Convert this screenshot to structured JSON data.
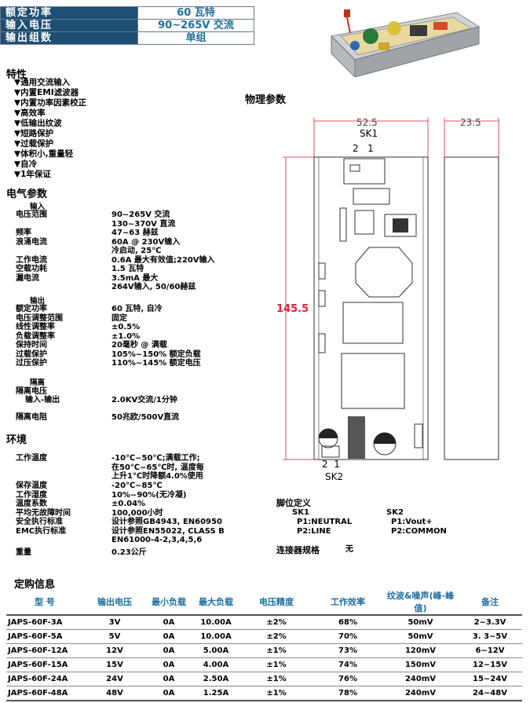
{
  "header": {
    "rows": [
      {
        "label": "额定功率",
        "value": "60 瓦特"
      },
      {
        "label": "输入电压",
        "value": "90~265V 交流"
      },
      {
        "label": "输出组数",
        "value": "单组"
      }
    ]
  },
  "features": {
    "title": "特性",
    "items": [
      "▼通用交流输入",
      "▼内置EMI滤波器",
      "▼内置功率因素校正",
      "▼高效率",
      "▼低输出纹波",
      "▼短路保护",
      "▼过载保护",
      "▼体积小,重量轻",
      "▼自冷",
      "▼1年保证"
    ]
  },
  "electrical": {
    "title": "电气参数",
    "input_title": "输入",
    "input": [
      {
        "k": "电压范围",
        "v": [
          "90~265V 交流",
          "130~370V 直流"
        ]
      },
      {
        "k": "频率",
        "v": [
          "47~63 赫兹"
        ]
      },
      {
        "k": "浪涌电流",
        "v": [
          "60A @ 230V输入",
          "冷启动, 25℃"
        ]
      },
      {
        "k": "工作电流",
        "v": [
          "0.6A 最大有效值;220V输入"
        ]
      },
      {
        "k": "空载功耗",
        "v": [
          "1.5 瓦特"
        ]
      },
      {
        "k": "漏电流",
        "v": [
          "3.5mA 最大",
          "264V输入, 50/60赫兹"
        ]
      }
    ],
    "output_title": "输出",
    "output": [
      {
        "k": "额定功率",
        "v": "60 瓦特, 自冷"
      },
      {
        "k": "电压调整范围",
        "v": "固定"
      },
      {
        "k": "线性调整率",
        "v": "±0.5%"
      },
      {
        "k": "负载调整率",
        "v": "±1.0%"
      },
      {
        "k": "保持时间",
        "v": "20毫秒 @ 满载"
      },
      {
        "k": "过载保护",
        "v": "105%~150% 额定负载"
      },
      {
        "k": "过压保护",
        "v": "110%~145% 额定电压"
      }
    ],
    "isolation_title": "隔离",
    "iso_voltage_label": "隔离电压",
    "iso_io_label": "输入-输出",
    "iso_io_value": "2.0KV交流/1分钟",
    "iso_res_label": "隔离电阻",
    "iso_res_value": "50兆欧/500V直流"
  },
  "environment": {
    "title": "环境",
    "temp_label": "工作温度",
    "temp_value": [
      "-10℃~50℃;满载工作;",
      "在50℃~65℃时, 温度每",
      "上升1℃时降额4.0%使用"
    ],
    "rows": [
      {
        "k": "保存温度",
        "v": "-20℃~85℃"
      },
      {
        "k": "工作湿度",
        "v": "10%~90%(无冷凝)"
      },
      {
        "k": "温度系数",
        "v": "±0.04%"
      },
      {
        "k": "平均无故障时间",
        "v": "100,000小时"
      },
      {
        "k": "安全执行标准",
        "v": "设计参照GB4943, EN60950"
      },
      {
        "k": "EMC执行标准",
        "v": "设计参照EN55022, CLASS B"
      }
    ],
    "emc_extra": "EN61000-4-2,3,4,5,6",
    "weight_label": "重量",
    "weight_value": "0.23公斤"
  },
  "physical": {
    "title": "物理参数",
    "width": "52.5",
    "depth": "23.5",
    "height": "145.5",
    "sk1": "SK1",
    "sk2": "SK2",
    "sk1_pins": "2   1",
    "sk2_pins": "2  1"
  },
  "pins": {
    "title": "脚位定义",
    "sk1": "SK1",
    "sk1_p1": "P1:NEUTRAL",
    "sk1_p2": "P2:LINE",
    "sk2": "SK2",
    "sk2_p1": "P1:Vout+",
    "sk2_p2": "P2:COMMON",
    "connector_label": "连接器规格",
    "connector_value": "无"
  },
  "order": {
    "title": "定购信息",
    "headers": [
      "型 号",
      "输出电压",
      "最小负载",
      "最大负载",
      "电压精度",
      "工作效率",
      "纹波&噪声(峰-峰值)",
      "备注"
    ],
    "rows": [
      [
        "JAPS-60F-3A",
        "3V",
        "0A",
        "10.00A",
        "±2%",
        "68%",
        "50mV",
        "2~3.3V"
      ],
      [
        "JAPS-60F-5A",
        "5V",
        "0A",
        "10.00A",
        "±2%",
        "70%",
        "50mV",
        "3. 3~5V"
      ],
      [
        "JAPS-60F-12A",
        "12V",
        "0A",
        "5.00A",
        "±1%",
        "73%",
        "120mV",
        "6~12V"
      ],
      [
        "JAPS-60F-15A",
        "15V",
        "0A",
        "4.00A",
        "±1%",
        "74%",
        "150mV",
        "12~15V"
      ],
      [
        "JAPS-60F-24A",
        "24V",
        "0A",
        "2.50A",
        "±1%",
        "76%",
        "240mV",
        "15~24V"
      ],
      [
        "JAPS-60F-48A",
        "48V",
        "0A",
        "1.25A",
        "±1%",
        "78%",
        "240mV",
        "24~48V"
      ]
    ]
  }
}
